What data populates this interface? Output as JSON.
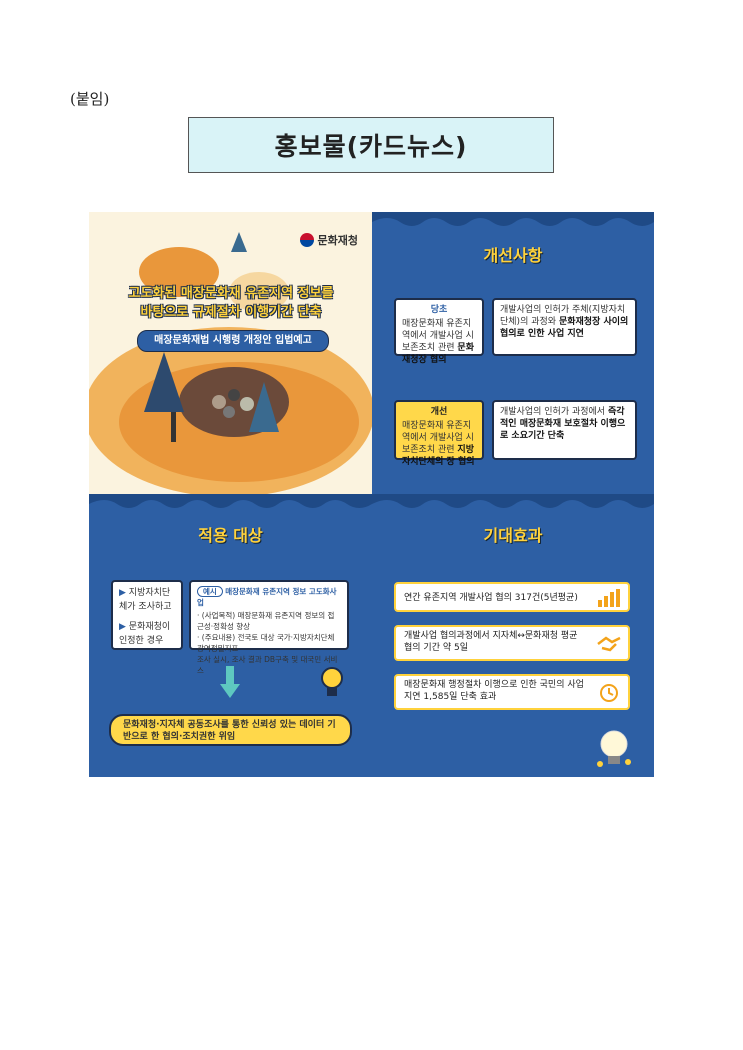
{
  "header": {
    "attachment_label": "(붙임)",
    "title": "홍보물(카드뉴스)"
  },
  "card1": {
    "logo_text": "문화재청",
    "headline_line1": "고도화된 매장문화재 유존지역 정보를",
    "headline_line2": "바탕으로 규제절차 이행기간 단축",
    "subtitle": "매장문화재법 시행령 개정안 입법예고"
  },
  "card2": {
    "title": "개선사항",
    "before": {
      "tag": "당초",
      "left_text": "매장문화재 유존지역에서 개발사업 시 보존조치 관련",
      "left_bold": "문화재청장 협의",
      "right_text": "개발사업의 인허가 주체(지방자치단체)의 과정와",
      "right_bold": "문화재청장 사이의 협의로 인한 사업 지연"
    },
    "after": {
      "tag": "개선",
      "left_text": "매장문화재 유존지역에서 개발사업 시 보존조치 관련",
      "left_bold": "지방자치단체의 장 협의",
      "right_text": "개발사업의 인허가 과정에서",
      "right_bold": "즉각적인 매장문화재 보호절차 이행으로 소요기간 단축"
    }
  },
  "card3": {
    "title": "적용 대상",
    "conditions": [
      "지방자치단체가 조사하고",
      "문화재청이 인정한 경우"
    ],
    "example_tag": "예시",
    "example_title": "매장문화재 유존지역 정보 고도화사업",
    "example_lines": [
      "· (사업목적) 매장문화재 유존지역 정보의 접근성·정확성 향상",
      "· (주요내용) 전국토 대상 국가·지방자치단체 광역정밀지표",
      "조사 실시, 조사 결과 DB구축 및 대국민 서비스"
    ],
    "bottom_text": "문화재청·지자체 공동조사를 통한 신뢰성 있는 데이터 기반으로 한 협의·조치권한 위임"
  },
  "card4": {
    "title": "기대효과",
    "effects": [
      {
        "text": "연간 유존지역 개발사업 협의 317건(5년평균)",
        "icon": "bar-chart-icon"
      },
      {
        "text": "개발사업 협의과정에서 지자체↔문화재청 평균 협의 기간 약 5일",
        "icon": "handshake-icon"
      },
      {
        "text": "매장문화재 행정절차 이행으로 인한 국민의 사업 지연 1,585일 단축 효과",
        "icon": "clock-icon"
      }
    ]
  },
  "colors": {
    "panel_blue": "#2d5fa4",
    "accent_yellow": "#ffd23c",
    "title_box": "#d9f3f7",
    "card1_bg": "#fbf3df"
  }
}
